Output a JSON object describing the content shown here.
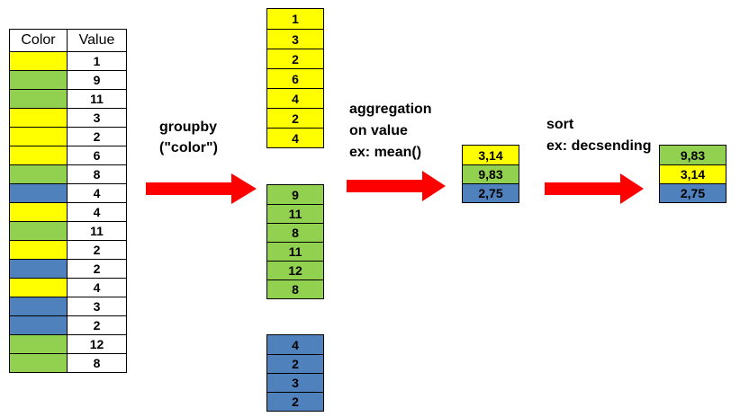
{
  "colors": {
    "yellow": "#FFFF00",
    "green": "#92D050",
    "blue": "#4F81BD",
    "arrow": "#FF0000",
    "border": "#000000"
  },
  "source_table": {
    "headers": [
      "Color",
      "Value"
    ],
    "rows": [
      {
        "color": "yellow",
        "value": "1"
      },
      {
        "color": "green",
        "value": "9"
      },
      {
        "color": "green",
        "value": "11"
      },
      {
        "color": "yellow",
        "value": "3"
      },
      {
        "color": "yellow",
        "value": "2"
      },
      {
        "color": "yellow",
        "value": "6"
      },
      {
        "color": "green",
        "value": "8"
      },
      {
        "color": "blue",
        "value": "4"
      },
      {
        "color": "yellow",
        "value": "4"
      },
      {
        "color": "green",
        "value": "11"
      },
      {
        "color": "yellow",
        "value": "2"
      },
      {
        "color": "blue",
        "value": "2"
      },
      {
        "color": "yellow",
        "value": "4"
      },
      {
        "color": "blue",
        "value": "3"
      },
      {
        "color": "blue",
        "value": "2"
      },
      {
        "color": "green",
        "value": "12"
      },
      {
        "color": "green",
        "value": "8"
      }
    ]
  },
  "steps": {
    "groupby": {
      "lines": [
        "groupby",
        "(\"color\")"
      ]
    },
    "aggregation": {
      "lines": [
        "aggregation",
        "on value",
        "ex: mean()"
      ]
    },
    "sort": {
      "lines": [
        "sort",
        "ex: decsending"
      ]
    }
  },
  "groups": [
    {
      "color": "yellow",
      "values": [
        "1",
        "3",
        "2",
        "6",
        "4",
        "2",
        "4"
      ]
    },
    {
      "color": "green",
      "values": [
        "9",
        "11",
        "8",
        "11",
        "12",
        "8"
      ]
    },
    {
      "color": "blue",
      "values": [
        "4",
        "2",
        "3",
        "2"
      ]
    }
  ],
  "aggregated": [
    {
      "color": "yellow",
      "value": "3,14"
    },
    {
      "color": "green",
      "value": "9,83"
    },
    {
      "color": "blue",
      "value": "2,75"
    }
  ],
  "sorted": [
    {
      "color": "green",
      "value": "9,83"
    },
    {
      "color": "yellow",
      "value": "3,14"
    },
    {
      "color": "blue",
      "value": "2,75"
    }
  ]
}
